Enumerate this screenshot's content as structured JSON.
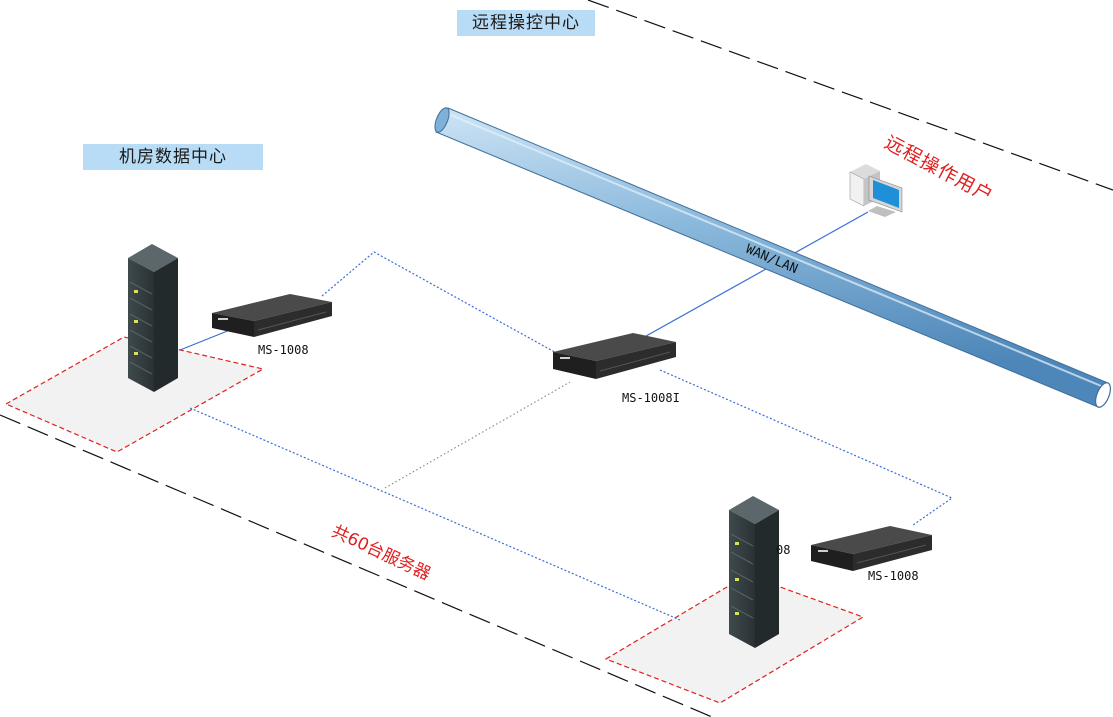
{
  "zones": {
    "datacenter_label": "机房数据中心",
    "remote_label": "远程操控中心"
  },
  "notes": {
    "remote_user": "远程操作用户",
    "server_count": "共60台服务器"
  },
  "network": {
    "pipe_label": "WAN/LAN"
  },
  "devices": {
    "kvm_left": "MS-1008",
    "kvm_center": "MS-1008I",
    "kvm_right": "MS-1008",
    "partial_label": "08"
  },
  "colors": {
    "zone_label_bg": "#b8dcf5",
    "pipe": "#6fa3cc",
    "link_blue": "#3a6fd8",
    "zone_border_red": "#e02020",
    "kvm_body": "#2c2c2c"
  }
}
